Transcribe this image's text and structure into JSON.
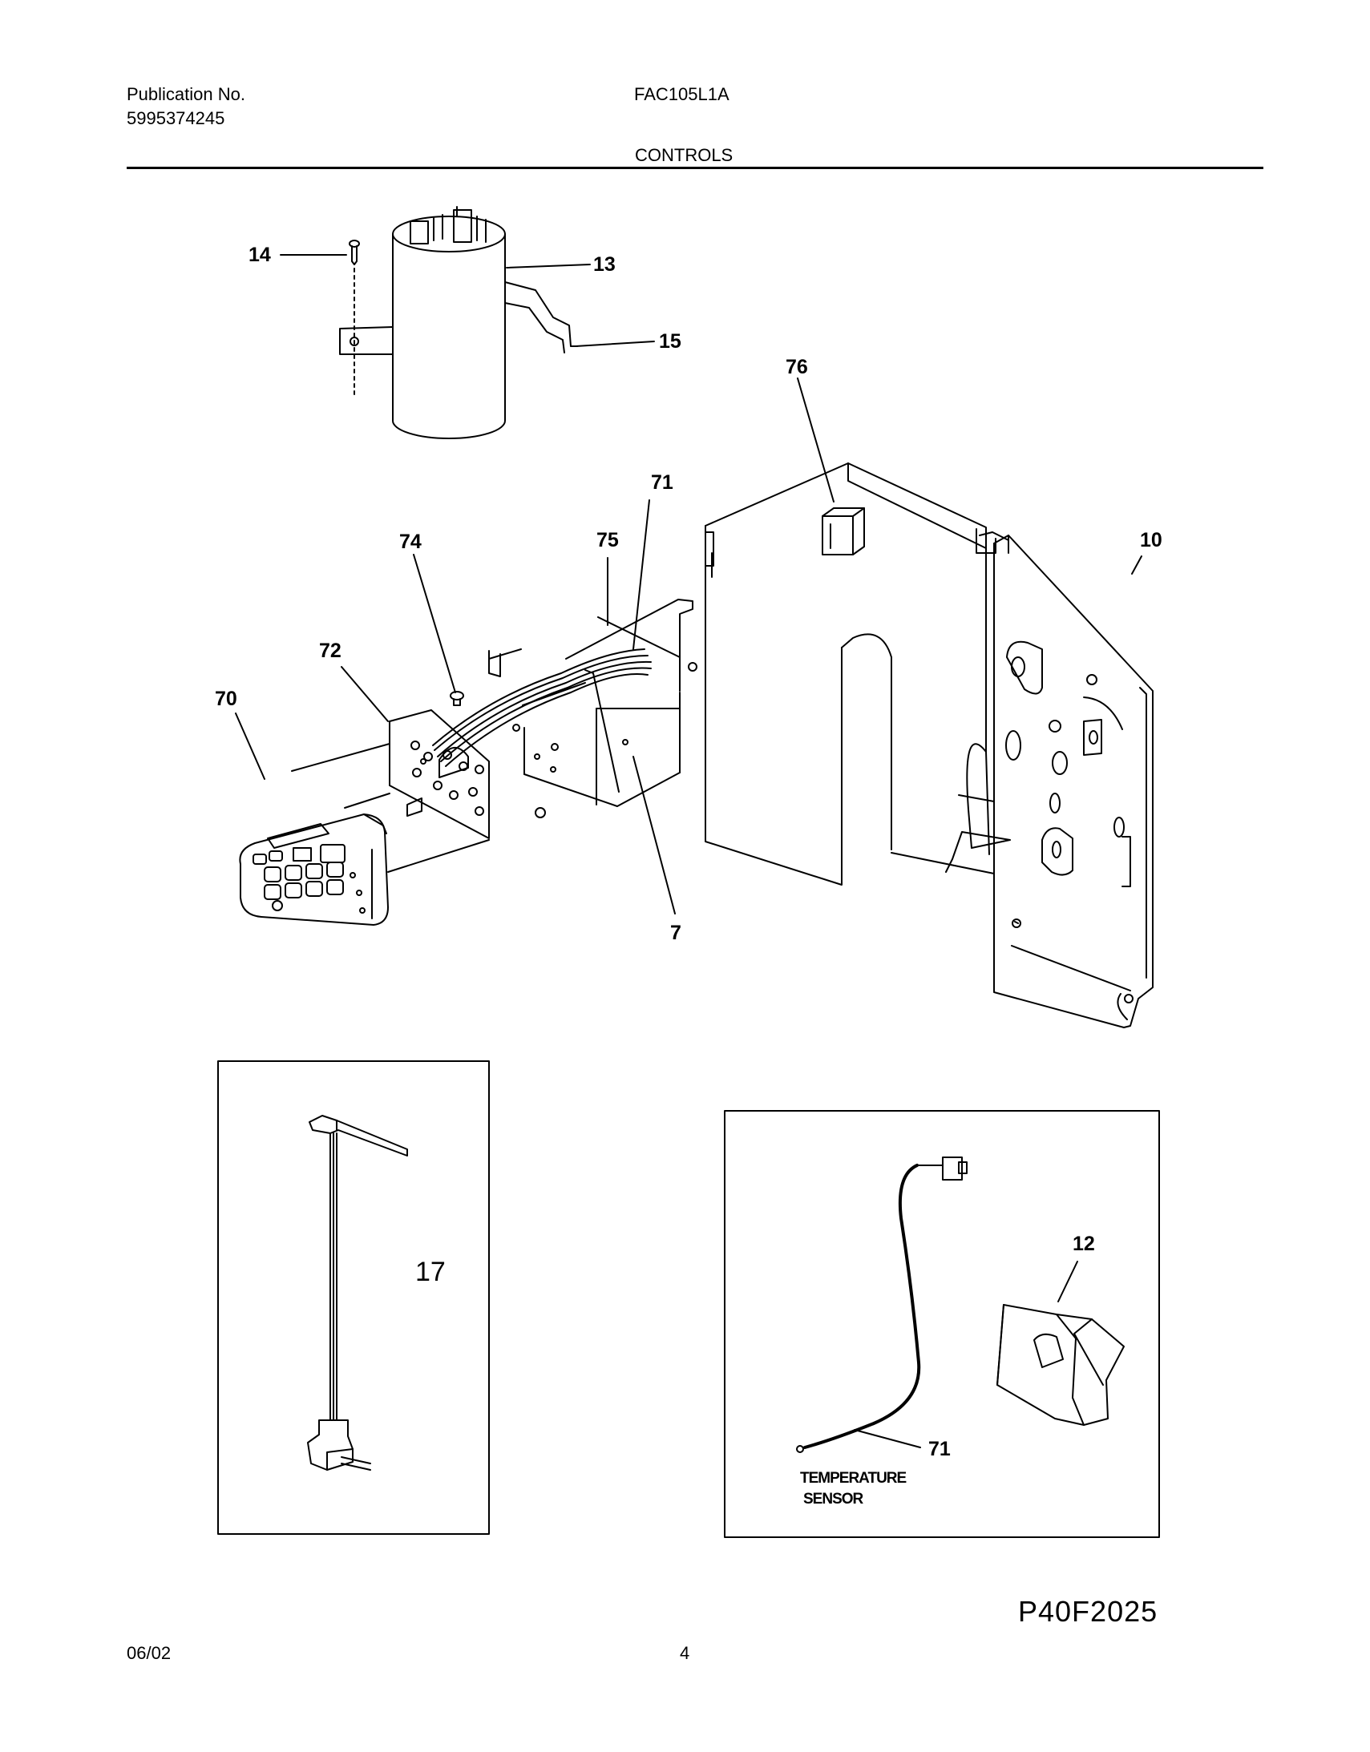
{
  "header": {
    "publication_label": "Publication No.",
    "publication_number": "5995374245",
    "model": "FAC105L1A",
    "section": "CONTROLS"
  },
  "callouts": {
    "c14": "14",
    "c13": "13",
    "c15": "15",
    "c76": "76",
    "c71": "71",
    "c75": "75",
    "c74": "74",
    "c10": "10",
    "c72": "72",
    "c70": "70",
    "c7": "7",
    "c17": "17",
    "c12": "12",
    "c71b": "71"
  },
  "sensor_label": {
    "line1": "TEMPERATURE",
    "line2": "SENSOR"
  },
  "footer": {
    "figure_code": "P40F2025",
    "date": "06/02",
    "page": "4"
  }
}
